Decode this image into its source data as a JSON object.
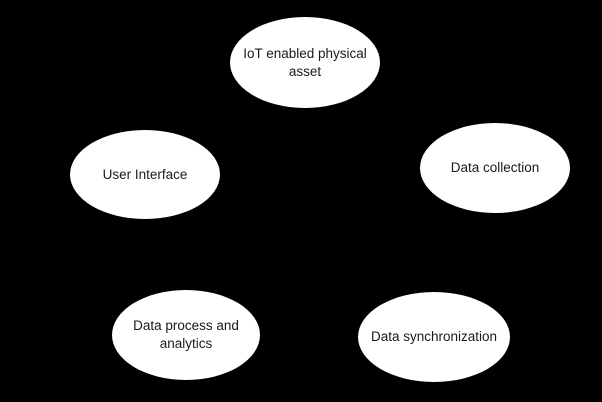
{
  "diagram": {
    "background_color": "#000000",
    "node_fill_color": "#ffffff",
    "node_text_color": "#1a1a1a",
    "nodes": [
      {
        "id": "iot-enabled-physical-asset",
        "label": "IoT enabled physical asset"
      },
      {
        "id": "user-interface",
        "label": "User Interface"
      },
      {
        "id": "data-collection",
        "label": "Data collection"
      },
      {
        "id": "data-process-and-analytics",
        "label": "Data process and analytics"
      },
      {
        "id": "data-synchronization",
        "label": "Data synchronization"
      }
    ]
  }
}
